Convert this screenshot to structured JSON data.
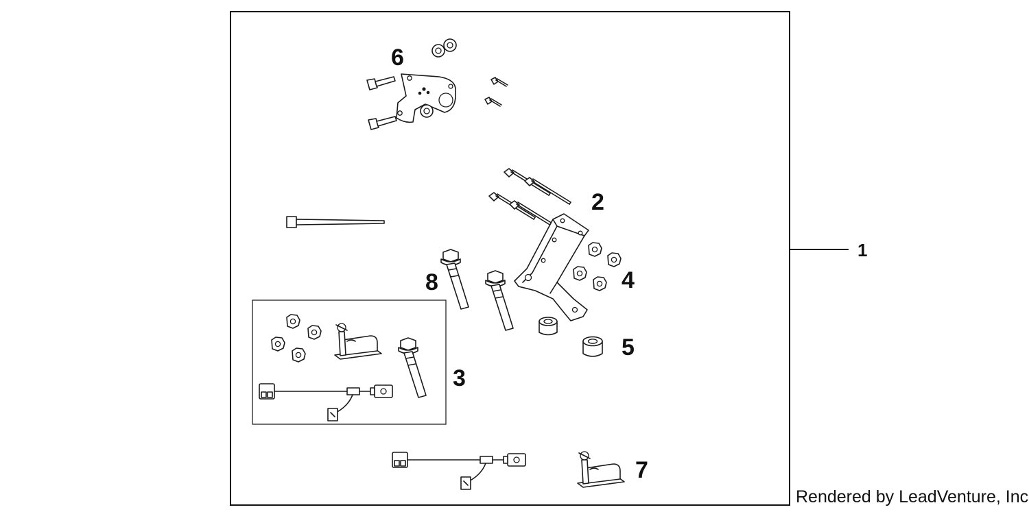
{
  "callouts": {
    "c1": "1",
    "c2": "2",
    "c3": "3",
    "c4": "4",
    "c5": "5",
    "c6": "6",
    "c7": "7",
    "c8": "8"
  },
  "credit": "Rendered by LeadVenture, Inc.",
  "colors": {
    "line": "#1a1a1a",
    "background": "#ffffff"
  }
}
